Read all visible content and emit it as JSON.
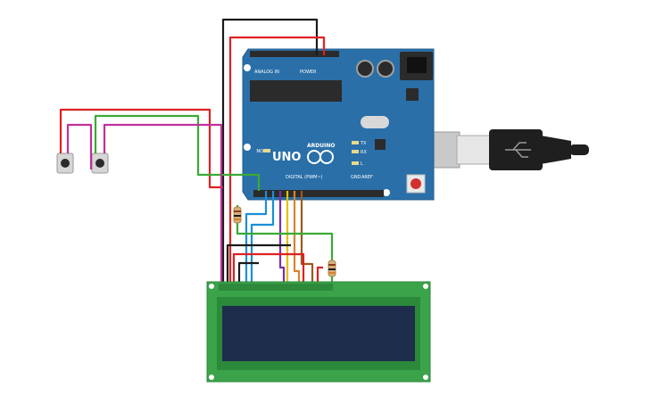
{
  "board": {
    "model": "UNO",
    "brand": "ARDUINO",
    "on_label": "ON",
    "tx_label": "TX",
    "rx_label": "RX",
    "l_label": "L",
    "analog_label": "ANALOG IN",
    "power_label": "POWER",
    "digital_label": "DIGITAL (PWM~)",
    "aref_label": "AREF",
    "gnd_label": "GND"
  },
  "colors": {
    "board": "#2a6fa8",
    "lcd_pcb": "#3ba34a",
    "lcd_screen": "#1f2d4d",
    "wire_red": "#e02020",
    "wire_black": "#1a1a1a",
    "wire_green": "#3aaa35",
    "wire_magenta": "#c0309a",
    "wire_blue": "#1a8fd6",
    "wire_purple": "#7b2fa5",
    "wire_yellow": "#e6c000",
    "wire_orange": "#d9822b",
    "wire_brown": "#9a5a1e"
  },
  "icons": [
    "pushbutton-icon",
    "resistor-icon",
    "usb-cable-icon",
    "arduino-logo-icon"
  ]
}
